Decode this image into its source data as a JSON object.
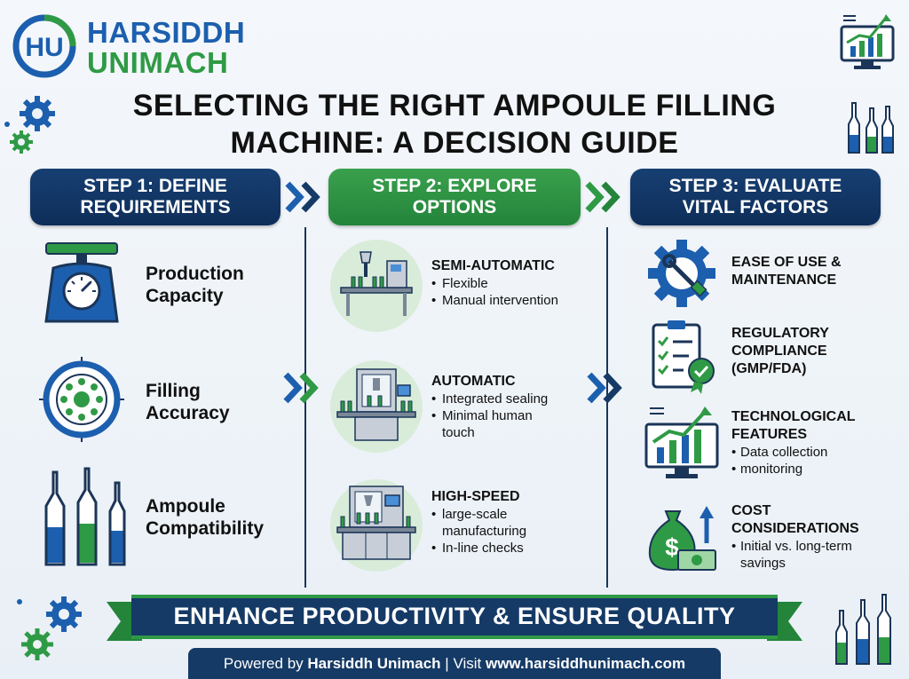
{
  "brand": {
    "line1": "HARSIDDH",
    "line2": "UNIMACH",
    "logo_letters": "HU"
  },
  "title": {
    "line1": "SELECTING THE RIGHT AMPOULE FILLING",
    "line2": "MACHINE: A DECISION GUIDE"
  },
  "steps": [
    {
      "line1": "STEP 1: DEFINE",
      "line2": "REQUIREMENTS"
    },
    {
      "line1": "STEP 2: EXPLORE",
      "line2": "OPTIONS"
    },
    {
      "line1": "STEP 3: EVALUATE",
      "line2": "VITAL FACTORS"
    }
  ],
  "requirements": [
    {
      "line1": "Production",
      "line2": "Capacity",
      "icon": "scale-icon"
    },
    {
      "line1": "Filling",
      "line2": "Accuracy",
      "icon": "target-icon"
    },
    {
      "line1": "Ampoule",
      "line2": "Compatibility",
      "icon": "ampoules-icon"
    }
  ],
  "options": [
    {
      "title": "SEMI-AUTOMATIC",
      "bullets": [
        "Flexible",
        "Manual intervention"
      ]
    },
    {
      "title": "AUTOMATIC",
      "bullets": [
        "Integrated sealing",
        "Minimal human",
        "touch"
      ]
    },
    {
      "title": "HIGH-SPEED",
      "bullets": [
        "large-scale",
        "manufacturing",
        "In-line checks"
      ]
    }
  ],
  "factors": [
    {
      "lines": [
        "EASE OF USE &",
        "MAINTENANCE"
      ],
      "bullets": []
    },
    {
      "lines": [
        "REGULATORY",
        "COMPLIANCE",
        "(GMP/FDA)"
      ],
      "bullets": []
    },
    {
      "lines": [
        "TECHNOLOGICAL",
        "FEATURES"
      ],
      "bullets": [
        "Data collection",
        "monitoring"
      ]
    },
    {
      "lines": [
        "COST",
        "CONSIDERATIONS"
      ],
      "bullets": [
        "Initial vs. long-term",
        "savings"
      ]
    }
  ],
  "bullet_char": "•",
  "banner": "ENHANCE PRODUCTIVITY & ENSURE QUALITY",
  "footer": {
    "prefix": "Powered by ",
    "company": "Harsiddh Unimach",
    "mid": " | Visit ",
    "site": "www.harsiddhunimach.com"
  },
  "colors": {
    "navy": "#153a66",
    "green": "#2f9a45",
    "blue": "#1c5fae"
  }
}
